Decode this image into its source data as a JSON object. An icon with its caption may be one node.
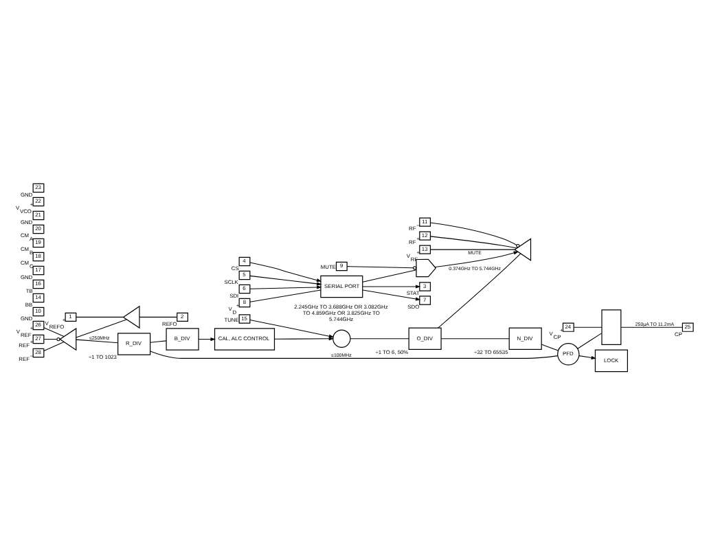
{
  "diagram": {
    "nodes": [
      {
        "text": [
          "1"
        ],
        "beside": [
          "V$_{REFO}$$^{+}$"
        ]
      },
      {
        "text": [
          "2"
        ],
        "beside": [
          "REFO"
        ]
      },
      {
        "text": [
          "3"
        ],
        "beside": [
          "STAT"
        ]
      },
      {
        "text": [
          "4"
        ],
        "beside": [
          "CS"
        ]
      },
      {
        "text": [
          "5"
        ],
        "beside": [
          "SCLK"
        ]
      },
      {
        "text": [
          "6"
        ],
        "beside": [
          "SDI"
        ]
      },
      {
        "text": [
          "7"
        ],
        "beside": [
          "SDO"
        ]
      },
      {
        "text": [
          "8"
        ],
        "beside": [
          "V$_{D}$$^{+}$"
        ]
      },
      {
        "text": [
          "9"
        ],
        "beside": [
          "MUTE"
        ]
      },
      {
        "text": [
          "10"
        ],
        "beside": [
          "GND"
        ]
      },
      {
        "text": [
          "11"
        ],
        "beside": [
          "RF$^{–}$"
        ]
      },
      {
        "text": [
          "12"
        ],
        "beside": [
          "RF$^{+}$"
        ]
      },
      {
        "text": [
          "13"
        ],
        "beside": [
          "V$_{RF}$$^{+}$"
        ]
      },
      {
        "text": [
          "14"
        ],
        "beside": [
          "BB"
        ]
      },
      {
        "text": [
          "16"
        ],
        "beside": [
          "TB"
        ]
      },
      {
        "text": [
          "15"
        ],
        "beside": [
          "TUNE"
        ]
      },
      {
        "text": [
          "17"
        ],
        "beside": [
          "GND"
        ]
      },
      {
        "text": [
          "18"
        ],
        "beside": [
          "CM$_{C}$"
        ]
      },
      {
        "text": [
          "19"
        ],
        "beside": [
          "CM$_{B}$"
        ]
      },
      {
        "text": [
          "20"
        ],
        "beside": [
          "CM$_{A}$"
        ]
      },
      {
        "text": [
          "21"
        ],
        "beside": [
          "GND"
        ]
      },
      {
        "text": [
          "22"
        ],
        "beside": [
          "V$_{VCO}$$^{+}$"
        ]
      },
      {
        "text": [
          "25"
        ],
        "beside": [
          "CP"
        ]
      },
      {
        "text": [
          "23"
        ],
        "beside": [
          "GND"
        ]
      },
      {
        "text": [
          "24"
        ],
        "beside": [
          "V$_{CP}$$^{+}$"
        ]
      },
      {
        "text": [
          "26"
        ],
        "beside": [
          "V$_{REF}$$^{+}$"
        ]
      },
      {
        "text": [
          "27"
        ],
        "beside": [
          "REF$^{+}$"
        ]
      },
      {
        "text": [
          "28"
        ],
        "beside": [
          "REF$^{–}$"
        ]
      },
      {
        "text": [],
        "shape": "triangle"
      },
      {
        "text": [],
        "shape": "triangle"
      },
      {
        "text": [
          "R_DIV"
        ],
        "beside": [
          "÷1 TO 1023"
        ]
      },
      {
        "text": [
          "PFD"
        ]
      },
      {
        "text": [
          "LOCK"
        ]
      },
      {
        "text": [],
        "shape": "box"
      },
      {
        "text": [
          "B_DIV"
        ]
      },
      {
        "text": [
          "CAL, ALC CONTROL"
        ]
      },
      {
        "text": [],
        "shape": "circle",
        "beside": [
          "2.245GHz TO 3.688GHz OR 3.082GHz TO 4.859GHz OR 3.825GHz TO 5.744GHz"
        ]
      },
      {
        "text": [
          "N_DIV"
        ],
        "beside": [
          "÷32 TO 65535"
        ]
      },
      {
        "text": [
          "O_DIV"
        ],
        "beside": [
          "÷1 TO 6, 50%"
        ]
      },
      {
        "text": [
          "SERIAL PORT"
        ]
      },
      {
        "text": [],
        "shape": "gate"
      },
      {
        "text": [],
        "shape": "triangle"
      }
    ],
    "edges": [
      {
        "from": 27,
        "to": 28,
        "arrow": "none"
      },
      {
        "from": 26,
        "to": 28,
        "arrow": "other"
      },
      {
        "from": 25,
        "to": 28,
        "arrow": "none"
      },
      {
        "from": 28,
        "to": 29,
        "arrow": "none"
      },
      {
        "from": 28,
        "to": 30,
        "arrow": "none",
        "label": "≤250MHz"
      },
      {
        "from": 0,
        "to": 29,
        "arrow": "none"
      },
      {
        "from": 29,
        "to": 1,
        "arrow": "none"
      },
      {
        "from": 30,
        "to": 31,
        "arrow": "none",
        "label": "≤100MHz"
      },
      {
        "from": 30,
        "to": 34,
        "arrow": "none"
      },
      {
        "from": 31,
        "to": 32,
        "arrow": "to"
      },
      {
        "from": 31,
        "to": 33,
        "arrow": "none"
      },
      {
        "from": 24,
        "to": 33,
        "arrow": "none"
      },
      {
        "from": 33,
        "to": 22,
        "arrow": "none",
        "label": "250µA TO 11.2mA"
      },
      {
        "from": 34,
        "to": 35,
        "arrow": "to"
      },
      {
        "from": 35,
        "to": 36,
        "arrow": "to"
      },
      {
        "from": 15,
        "to": 36,
        "arrow": "to"
      },
      {
        "from": 36,
        "to": 38,
        "arrow": "none"
      },
      {
        "from": 38,
        "to": 37,
        "arrow": "none"
      },
      {
        "from": 37,
        "to": 31,
        "arrow": "none"
      },
      {
        "from": 38,
        "to": 41,
        "arrow": "none",
        "label": "0.374GHz TO 5.744GHz"
      },
      {
        "from": 10,
        "to": 41,
        "arrow": "other"
      },
      {
        "from": 11,
        "to": 41,
        "arrow": "none"
      },
      {
        "from": 12,
        "to": 41,
        "arrow": "none"
      },
      {
        "from": 39,
        "to": 2,
        "arrow": "to"
      },
      {
        "from": 3,
        "to": 39,
        "arrow": "to"
      },
      {
        "from": 4,
        "to": 39,
        "arrow": "to"
      },
      {
        "from": 5,
        "to": 39,
        "arrow": "to"
      },
      {
        "from": 39,
        "to": 6,
        "arrow": "to"
      },
      {
        "from": 7,
        "to": 39,
        "arrow": "none"
      },
      {
        "from": 39,
        "to": 40,
        "arrow": "none"
      },
      {
        "from": 8,
        "to": 40,
        "arrow": "other"
      },
      {
        "from": 40,
        "to": 41,
        "arrow": "to",
        "label": "MUTE"
      }
    ]
  }
}
